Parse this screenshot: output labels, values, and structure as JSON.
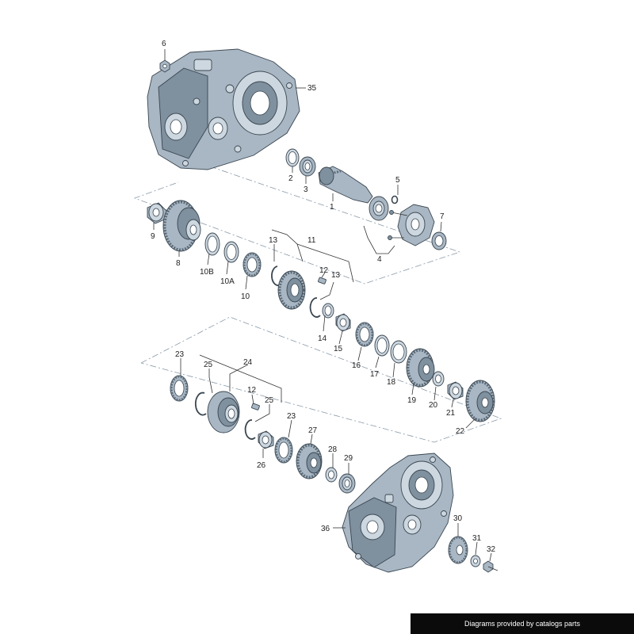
{
  "diagram": {
    "callouts": {
      "c1": "1",
      "c2": "2",
      "c3": "3",
      "c4": "4",
      "c5": "5",
      "c6": "6",
      "c7": "7",
      "c8": "8",
      "c9": "9",
      "c10B": "10B",
      "c10A": "10A",
      "c10": "10",
      "c11": "11",
      "c12a": "12",
      "c13a": "13",
      "c13b": "13",
      "c14": "14",
      "c15": "15",
      "c16": "16",
      "c17": "17",
      "c18": "18",
      "c19": "19",
      "c20": "20",
      "c21": "21",
      "c22": "22",
      "c23a": "23",
      "c24": "24",
      "c25a": "25",
      "c12b": "12",
      "c25b": "25",
      "c23b": "23",
      "c26": "26",
      "c27": "27",
      "c28": "28",
      "c29": "29",
      "c30": "30",
      "c31": "31",
      "c32": "32",
      "c35": "35",
      "c36": "36"
    }
  },
  "credit": {
    "text": "Diagrams provided by catalogs parts"
  }
}
